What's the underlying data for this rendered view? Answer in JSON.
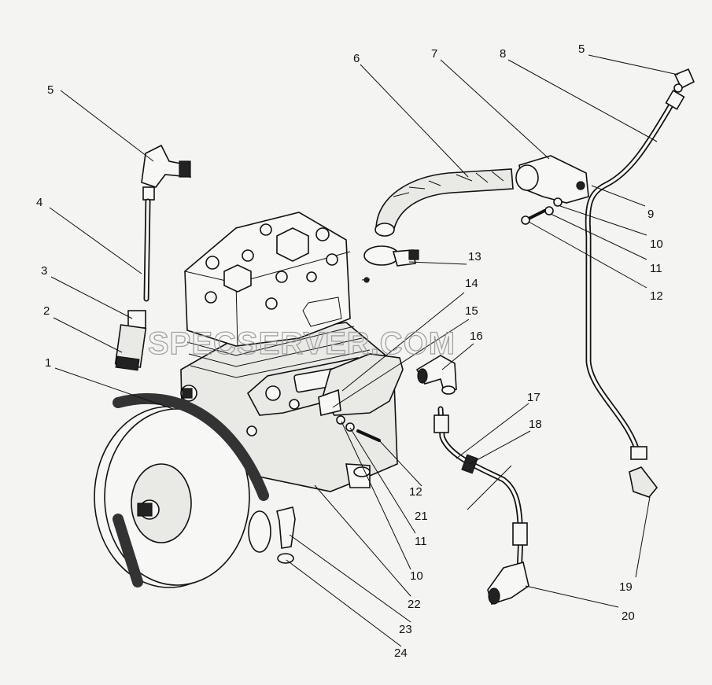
{
  "watermark": "SPECSERVER.COM",
  "callouts": [
    {
      "id": "callout-1-5",
      "text": "5"
    },
    {
      "id": "callout-4",
      "text": "4"
    },
    {
      "id": "callout-3",
      "text": "3"
    },
    {
      "id": "callout-2",
      "text": "2"
    },
    {
      "id": "callout-1",
      "text": "1"
    },
    {
      "id": "callout-6",
      "text": "6"
    },
    {
      "id": "callout-7",
      "text": "7"
    },
    {
      "id": "callout-8",
      "text": "8"
    },
    {
      "id": "callout-2-5",
      "text": "5"
    },
    {
      "id": "callout-9",
      "text": "9"
    },
    {
      "id": "callout-1-10",
      "text": "10"
    },
    {
      "id": "callout-1-11",
      "text": "11"
    },
    {
      "id": "callout-1-12",
      "text": "12"
    },
    {
      "id": "callout-13",
      "text": "13"
    },
    {
      "id": "callout-14",
      "text": "14"
    },
    {
      "id": "callout-15",
      "text": "15"
    },
    {
      "id": "callout-16",
      "text": "16"
    },
    {
      "id": "callout-17",
      "text": "17"
    },
    {
      "id": "callout-18",
      "text": "18"
    },
    {
      "id": "callout-2-12",
      "text": "12"
    },
    {
      "id": "callout-21",
      "text": "21"
    },
    {
      "id": "callout-2-11",
      "text": "11"
    },
    {
      "id": "callout-2-10",
      "text": "10"
    },
    {
      "id": "callout-22",
      "text": "22"
    },
    {
      "id": "callout-23",
      "text": "23"
    },
    {
      "id": "callout-24",
      "text": "24"
    },
    {
      "id": "callout-19",
      "text": "19"
    },
    {
      "id": "callout-20",
      "text": "20"
    }
  ]
}
